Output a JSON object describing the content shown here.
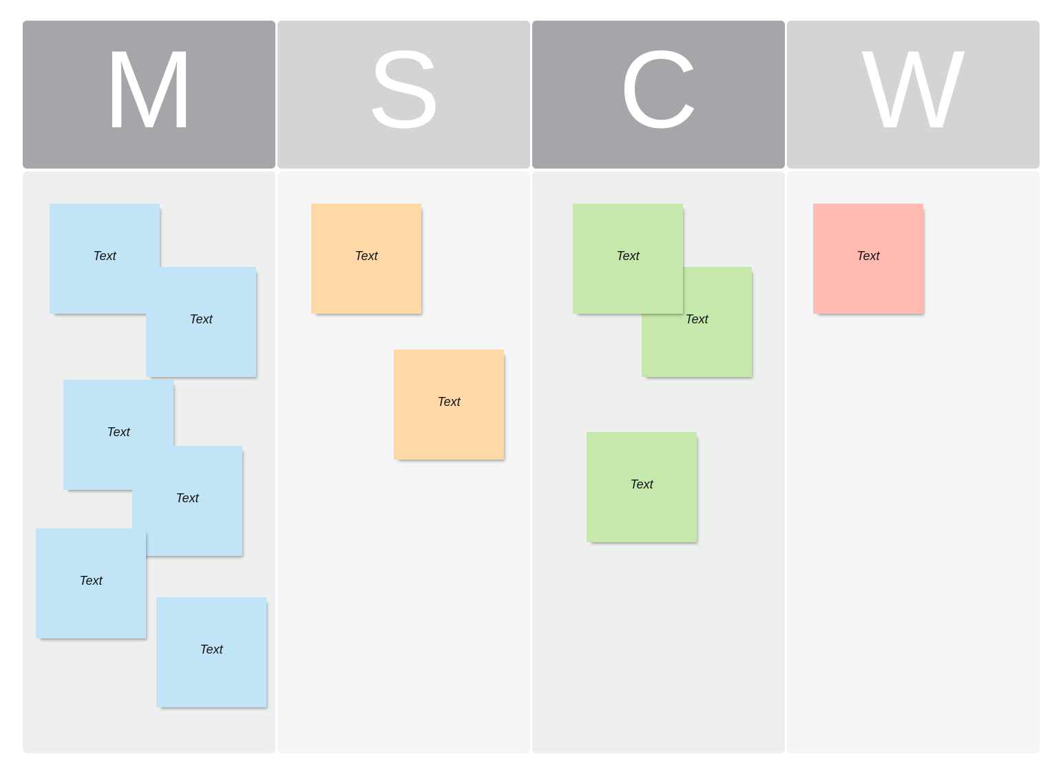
{
  "columns": [
    {
      "id": "m",
      "letter": "M",
      "header_color": "#a5a6aa",
      "lane_color": "#eef0ef"
    },
    {
      "id": "s",
      "letter": "S",
      "header_color": "#d3d4d6",
      "lane_color": "#f5f5f5"
    },
    {
      "id": "c",
      "letter": "C",
      "header_color": "#a5a6aa",
      "lane_color": "#eef0ef"
    },
    {
      "id": "w",
      "letter": "W",
      "header_color": "#d3d4d6",
      "lane_color": "#f5f5f5"
    }
  ],
  "note_colors": {
    "blue": "#c1e4f7",
    "orange": "#fed9a7",
    "green": "#c7e8ac",
    "red": "#ffbbb1"
  },
  "notes": [
    {
      "text": "Text",
      "column": "m",
      "color": "blue"
    },
    {
      "text": "Text",
      "column": "m",
      "color": "blue"
    },
    {
      "text": "Text",
      "column": "m",
      "color": "blue"
    },
    {
      "text": "Text",
      "column": "m",
      "color": "blue"
    },
    {
      "text": "Text",
      "column": "m",
      "color": "blue"
    },
    {
      "text": "Text",
      "column": "m",
      "color": "blue"
    },
    {
      "text": "Text",
      "column": "s",
      "color": "orange"
    },
    {
      "text": "Text",
      "column": "s",
      "color": "orange"
    },
    {
      "text": "Text",
      "column": "c",
      "color": "green"
    },
    {
      "text": "Text",
      "column": "c",
      "color": "green"
    },
    {
      "text": "Text",
      "column": "c",
      "color": "green"
    },
    {
      "text": "Text",
      "column": "w",
      "color": "red"
    }
  ]
}
